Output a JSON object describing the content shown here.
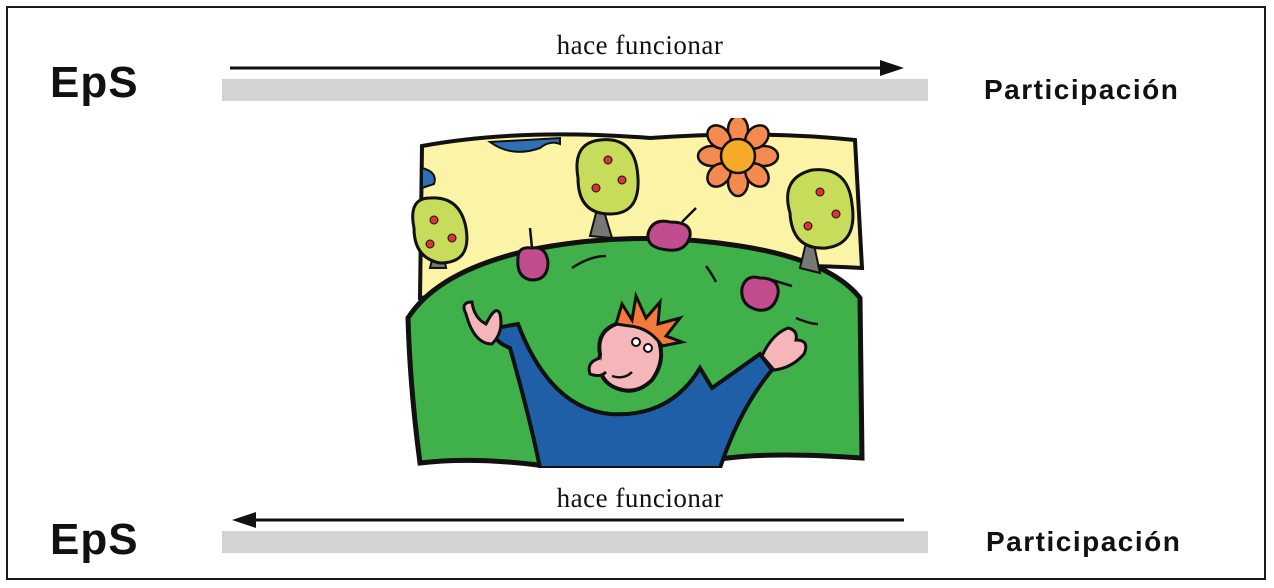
{
  "top_row": {
    "left_label": "EpS",
    "arrow_label": "hace funcionar",
    "right_label": "Participación",
    "arrow_direction": "right"
  },
  "bottom_row": {
    "left_label": "EpS",
    "arrow_label": "hace funcionar",
    "right_label": "Participación",
    "arrow_direction": "left"
  },
  "illustration": {
    "subject": "cartoon-person-juggling-apples-in-landscape",
    "colors": {
      "sky": "#fbf3a6",
      "ground": "#3fb04a",
      "shirt": "#1f5fa8",
      "hair": "#f47a3c",
      "apple": "#c14d8e",
      "tree": "#c6dc5a",
      "sun": "#f7a928",
      "petals": "#f48a50",
      "skin": "#f4b6b8"
    }
  },
  "colors": {
    "bar": "#d3d3d3",
    "arrow": "#111111",
    "frame": "#1a1a1a"
  }
}
